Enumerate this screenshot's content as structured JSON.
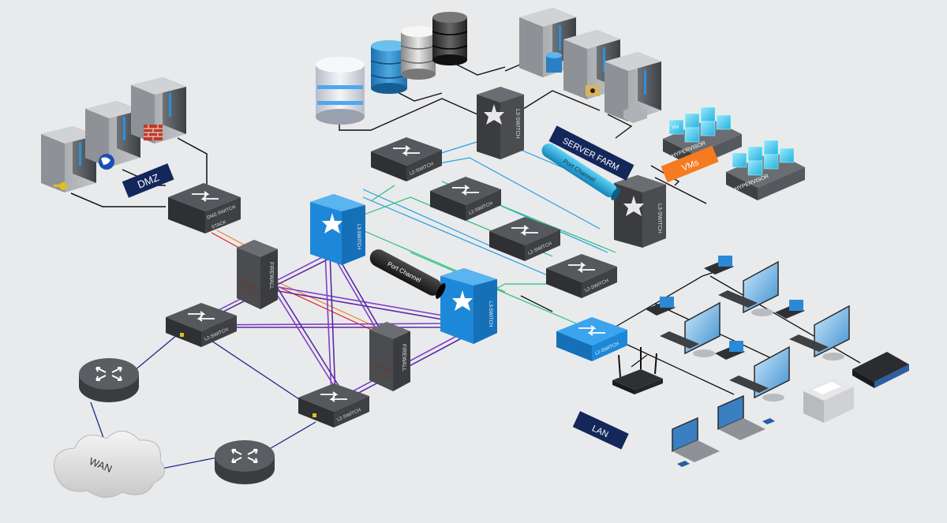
{
  "labels": {
    "dmz": "DMZ",
    "server_farm": "SERVER FARM",
    "vms": "VMs",
    "lan": "LAN",
    "wan": "WAN",
    "port_channel_top": "Port Channel",
    "port_channel_mid": "Port Channel"
  },
  "devices": {
    "dmz_switch": "DMZ-SWITCH",
    "dmz_switch_sub": "STACK",
    "firewall_top": "FIREWALL",
    "firewall_bottom": "FIREWALL",
    "l2_edge_top": "L2-SWITCH",
    "l2_edge_bottom": "L2-SWITCH",
    "l2_core_1": "L2-SWITCH",
    "l2_core_2": "L2-SWITCH",
    "l2_core_3": "L2-SWITCH",
    "l2_core_4": "L2-SWITCH",
    "l3_top_left": "L3-SWITCH",
    "l3_top_right": "L3-SWITCH",
    "l3_mid_left": "L3-SWITCH",
    "l3_mid_right": "L3-SWITCH",
    "lan_switch": "L2-SWITCH",
    "hypervisor_1": "HYPERVISOR",
    "hypervisor_2": "HYPERVISOR",
    "vm": "VM"
  },
  "colors": {
    "background": "#e9eaec",
    "label_navy": "#13275a",
    "accent_orange": "#f47b20",
    "switch_blue": "#1e88d8",
    "cable_cyan": "#2aa0e0",
    "cable_green": "#26c07a",
    "cable_purple": "#8040c8",
    "cable_red": "#e02020",
    "cable_orange": "#f08020",
    "cable_navy": "#1a2a8a"
  }
}
